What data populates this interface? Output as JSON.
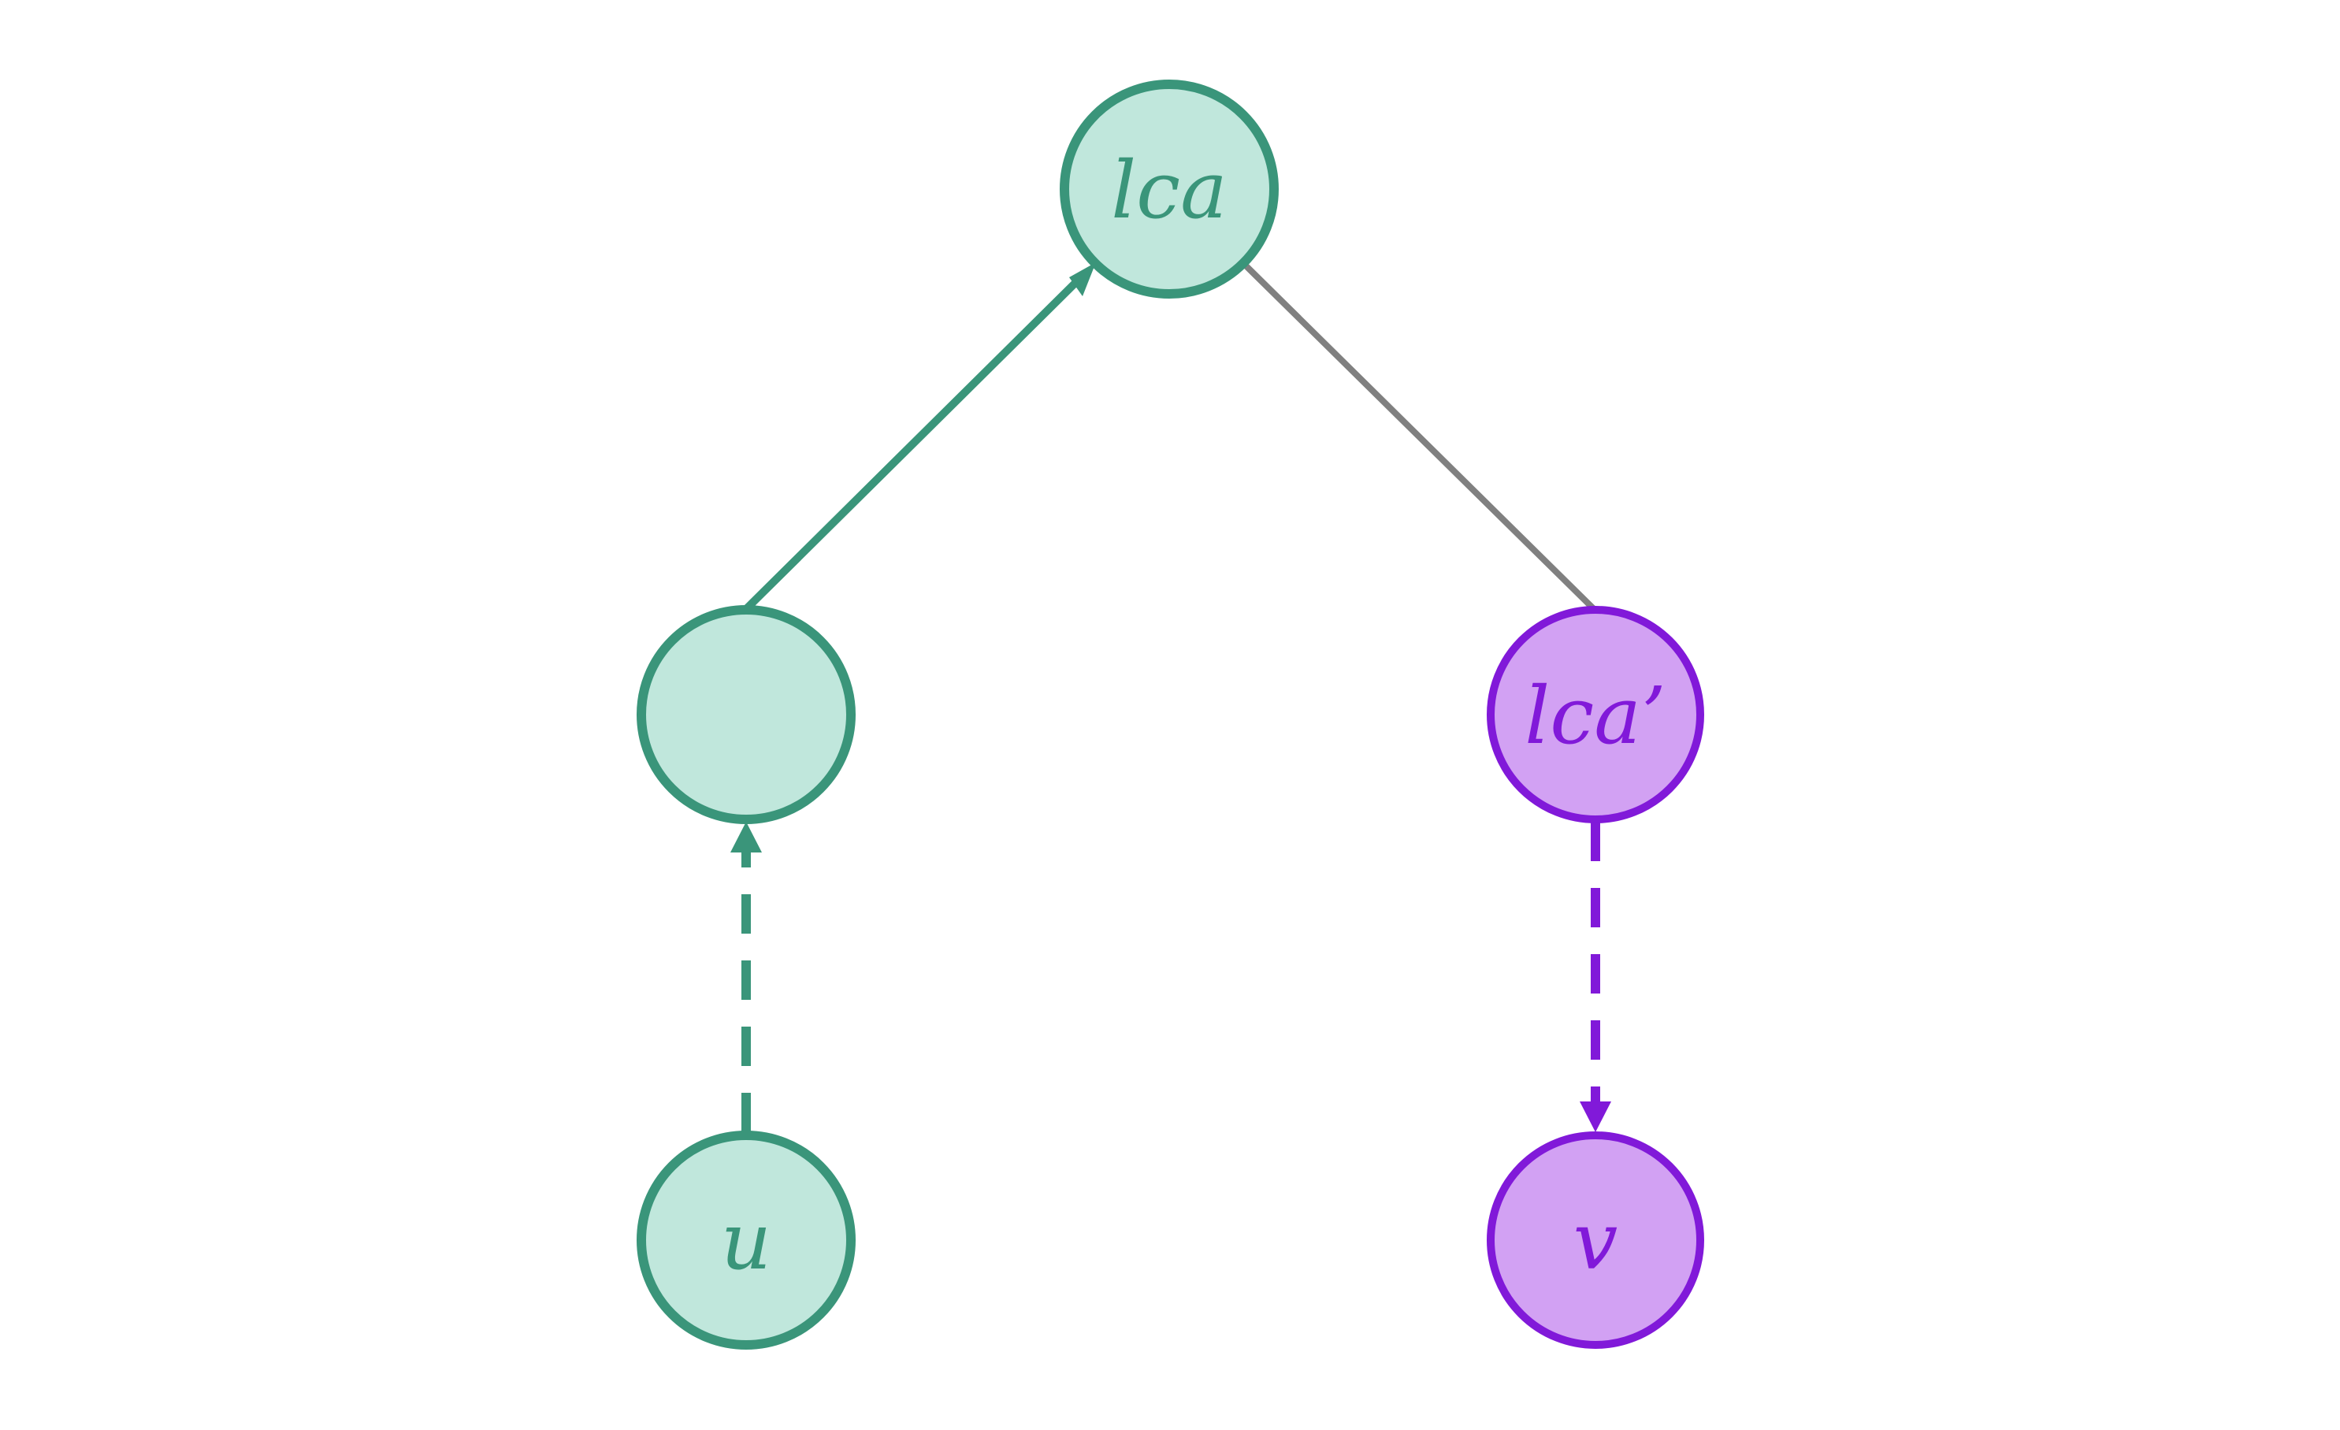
{
  "colors": {
    "green_stroke": "#3a957a",
    "green_fill": "#c0e7dc",
    "purple_stroke": "#8119d9",
    "purple_fill": "#d2a1f3",
    "gray_edge": "#808080",
    "background": "#ffffff"
  },
  "nodes": [
    {
      "id": "lca",
      "label": "lca",
      "group": "green"
    },
    {
      "id": "mid-left",
      "label": "",
      "group": "green"
    },
    {
      "id": "lca-prime",
      "label": "lca’",
      "group": "purple"
    },
    {
      "id": "u",
      "label": "u",
      "group": "green"
    },
    {
      "id": "v",
      "label": "v",
      "group": "purple"
    }
  ],
  "edges": [
    {
      "from": "mid-left",
      "to": "lca",
      "style": "solid",
      "arrow": true,
      "group": "green"
    },
    {
      "from": "lca",
      "to": "lca-prime",
      "style": "solid",
      "arrow": false,
      "group": "gray"
    },
    {
      "from": "u",
      "to": "mid-left",
      "style": "dashed",
      "arrow": true,
      "group": "green"
    },
    {
      "from": "lca-prime",
      "to": "v",
      "style": "dashed",
      "arrow": true,
      "group": "purple"
    }
  ]
}
